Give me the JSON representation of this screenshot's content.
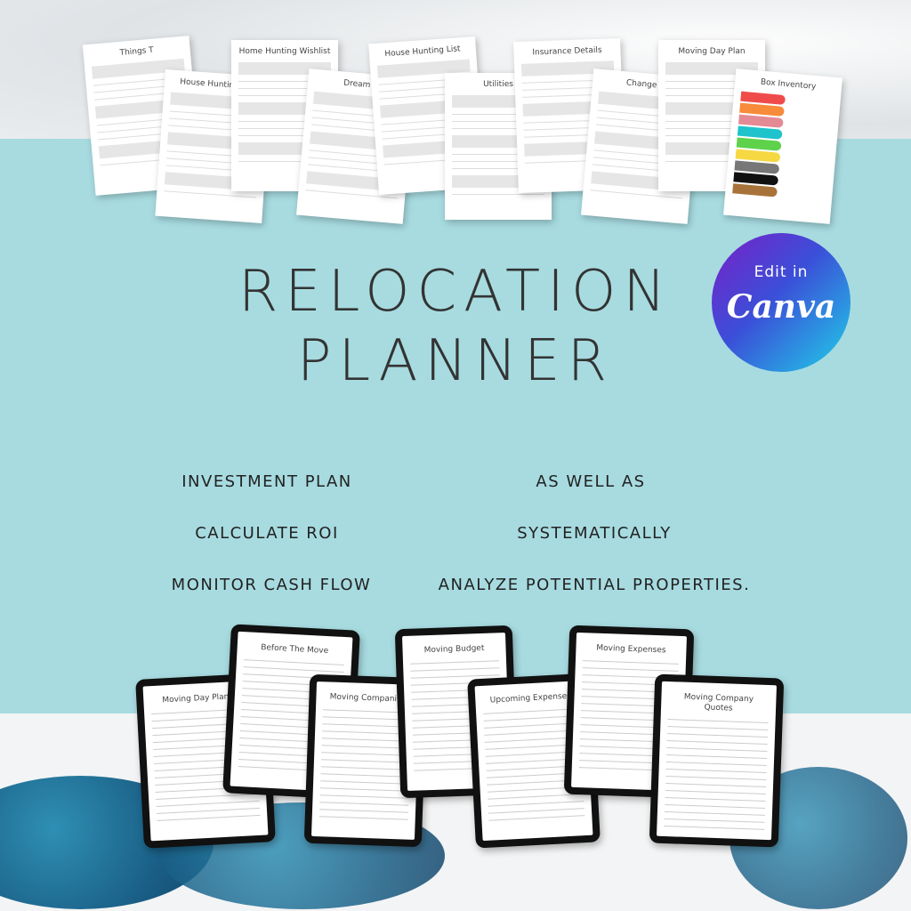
{
  "top_pages": [
    "Things T",
    "House Hunting List",
    "Home Hunting Wishlist",
    "Dream H",
    "House Hunting List",
    "Utilities",
    "Insurance Details",
    "Change O",
    "Moving Day Plan",
    "Box Inventory"
  ],
  "box_colors": [
    "#f04b4b",
    "#f78b3a",
    "#e48a95",
    "#1ec3cc",
    "#5ed24b",
    "#f6d843",
    "#777777",
    "#111111",
    "#a8733a"
  ],
  "title": {
    "line1": "RELOCATION",
    "line2": "PLANNER"
  },
  "badge": {
    "line1": "Edit in",
    "line2": "Canva"
  },
  "features": {
    "left": [
      "INVESTMENT PLAN",
      "CALCULATE ROI",
      "MONITOR CASH FLOW"
    ],
    "right": [
      "AS WELL AS",
      "SYSTEMATICALLY",
      "ANALYZE POTENTIAL PROPERTIES."
    ]
  },
  "tablets": [
    "Moving Day Planner",
    "Before The Move",
    "Moving Companies",
    "Moving Budget",
    "Upcoming Expenses",
    "Moving Expenses",
    "Moving Company Quotes"
  ]
}
